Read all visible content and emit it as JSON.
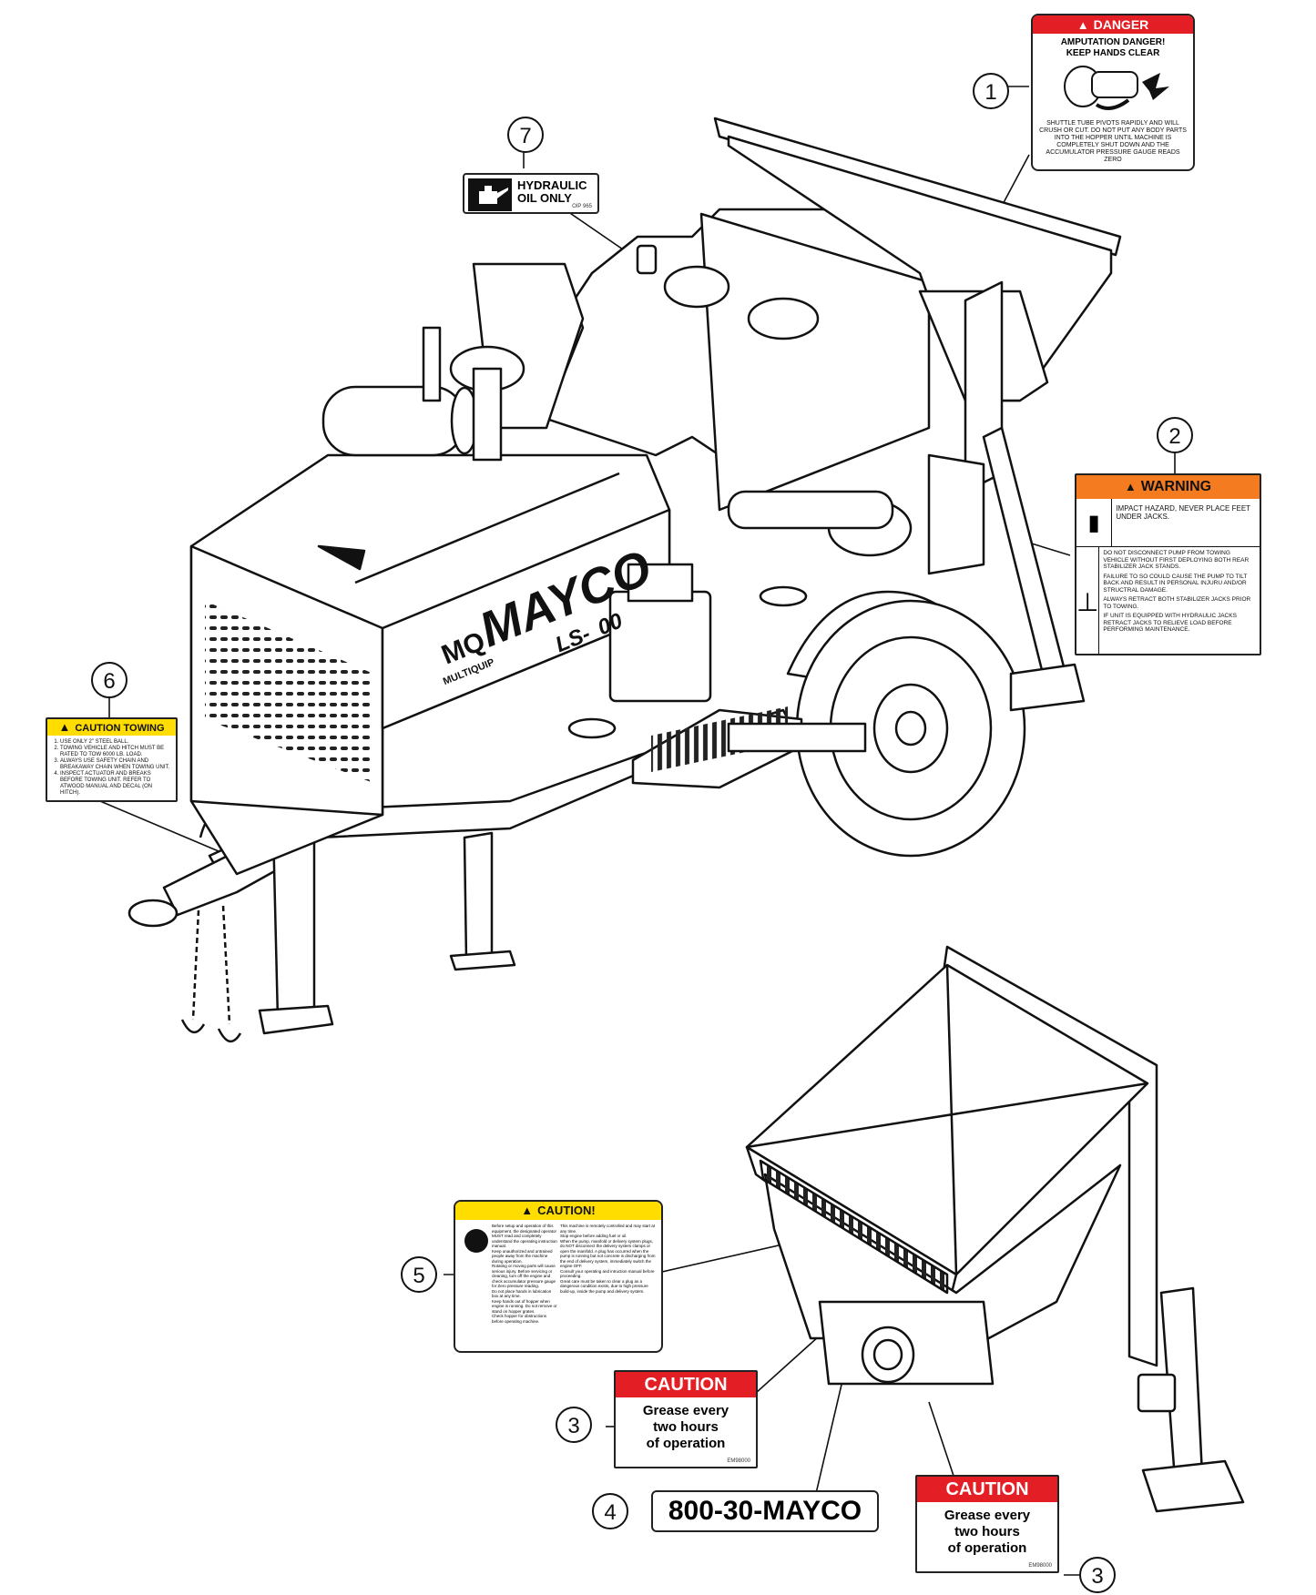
{
  "callouts": [
    "1",
    "2",
    "3",
    "4",
    "5",
    "6",
    "7",
    "3"
  ],
  "decals": {
    "danger": {
      "header": "DANGER",
      "title1": "AMPUTATION DANGER!",
      "title2": "KEEP HANDS CLEAR",
      "body": "SHUTTLE TUBE PIVOTS RAPIDLY AND WILL CRUSH OR CUT. DO NOT PUT ANY BODY PARTS INTO THE HOPPER UNTIL MACHINE IS COMPLETELY SHUT DOWN AND THE ACCUMULATOR PRESSURE GAUGE READS ZERO",
      "color": "#e31e24"
    },
    "hydraulic": {
      "line1": "HYDRAULIC",
      "line2": "OIL ONLY",
      "code": "OIP 965"
    },
    "warning": {
      "header": "WARNING",
      "item1": "IMPACT HAZARD, NEVER PLACE FEET UNDER JACKS.",
      "item2": "DO NOT DISCONNECT PUMP FROM TOWING VEHICLE WITHOUT FIRST DEPLOYING BOTH REAR STABILIZER JACK STANDS.",
      "item3": "FAILURE TO SO COULD CAUSE THE PUMP TO TILT BACK AND RESULT IN PERSONAL INJURU AND/OR STRUCTRAL DAMAGE.",
      "item4": "ALWAYS RETRACT BOTH STABILIZER JACKS PRIOR TO TOWING.",
      "item5": "IF UNIT IS EQUIPPED WITH HYDRAULIC JACKS RETRACT JACKS TO RELIEVE LOAD BEFORE PERFORMING MAINTENANCE.",
      "color": "#f47b20"
    },
    "towing": {
      "header": "CAUTION TOWING",
      "items": [
        "USE ONLY 2\" STEEL BALL.",
        "TOWING VEHICLE AND HITCH MUST BE RATED TO TOW 6000 LB. LOAD.",
        "ALWAYS USE SAFETY CHAIN AND BREAKAWAY CHAIN WHEN TOWING UNIT.",
        "INSPECT ACTUATOR AND BREAKS BEFORE TOWING UNIT. REFER TO ATWOOD MANUAL AND DECAL (ON HITCH)."
      ],
      "color": "#ffdd00"
    },
    "caution_main": {
      "header": "CAUTION!",
      "left": [
        "Before setup and operation of this equipment, the designated operator MUST read and completely understand the operating instruction manual.",
        "Keep unauthorized and untrained people away from the machine during operation.",
        "Rotating or moving parts will cause serious injury. Before servicing or cleaning, turn off the engine and check accumulator pressure gauge for Zero pressure reading.",
        "Do not place hands in lubrication box at any time.",
        "Keep hands out of hopper when engine is running. Do not remove or stand on hopper grates.",
        "Check hopper for obstructions before operating machine."
      ],
      "right": [
        "This machine is remotely controlled and may start at any time.",
        "Stop engine before adding fuel or oil.",
        "When the pump, manifold or delivery system plugs, do NOT disconnect the delivery system clamps or open the manifold. A plug has occurred when the pump is running but not concrete is discharging from the end of delivery system, immediately switch the engine OFF.",
        "Consult your operating and intruction manual before proceeding.",
        "Great care must be taken to clear a plug as a dangerous condition exists, due to high pressure build-up, inside the pump and delivery system."
      ],
      "color": "#ffdd00"
    },
    "grease": {
      "header": "CAUTION",
      "line1": "Grease every",
      "line2": "two hours",
      "line3": "of operation",
      "code": "EM98000",
      "color": "#e31e24"
    },
    "phone": {
      "text": "800-30-MAYCO"
    }
  },
  "brand": {
    "logo": "MAYCO",
    "model": "LS-",
    "model_suffix": "00",
    "maker": "MULTIQUIP",
    "mq": "MQ"
  }
}
